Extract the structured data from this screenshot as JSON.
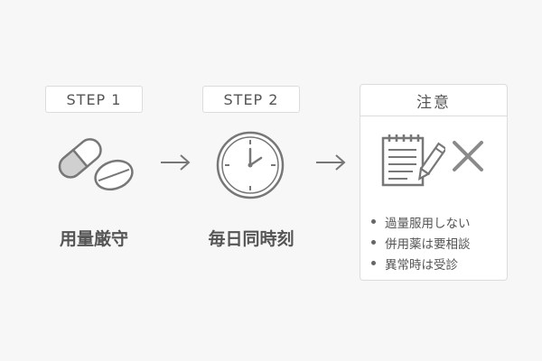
{
  "steps": [
    {
      "badge": "STEP 1",
      "label": "用量厳守",
      "icon": "pills-icon"
    },
    {
      "badge": "STEP 2",
      "label": "毎日同時刻",
      "icon": "clock-icon"
    }
  ],
  "caution": {
    "title": "注意",
    "icons": [
      "memo-pencil-icon",
      "x-mark-icon"
    ],
    "items": [
      "過量服用しない",
      "併用薬は要相談",
      "異常時は受診"
    ]
  },
  "colors": {
    "background": "#f7f7f7",
    "stroke": "#777777",
    "border": "#dcdcdc",
    "text": "#555555"
  }
}
